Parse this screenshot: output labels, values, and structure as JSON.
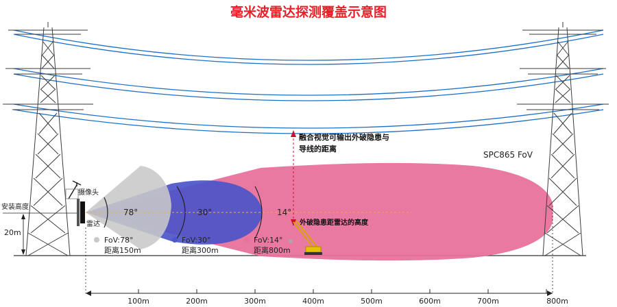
{
  "title": "毫米波雷达探测覆盖示意图",
  "colors": {
    "title": "#e8202a",
    "tower": "#3a3a3a",
    "wire": "#1c6fc9",
    "cone_wide": "#c8c8c8",
    "cone_mid": "#4c55c9",
    "cone_long": "#e8729c",
    "red_arrow": "#c8102e",
    "crane": "#e6c200"
  },
  "labels": {
    "install_height": "安装高度",
    "height_value": "20m",
    "camera": "摄像头",
    "radar": "雷达",
    "fusion_note_line1": "融合视觉可输出外破隐患与",
    "fusion_note_line2": "导线的距离",
    "hazard_height": "外破隐患距雷达的高度",
    "product_fov": "SPC865 FoV"
  },
  "cones": [
    {
      "angle_label": "78°",
      "fov": "FoV:78°",
      "range": "距离150m"
    },
    {
      "angle_label": "30°",
      "fov": "FoV:30°",
      "range": "距离300m"
    },
    {
      "angle_label": "14°",
      "fov": "FoV:14°",
      "range": "距离800m"
    }
  ],
  "axis": {
    "ticks": [
      "100m",
      "200m",
      "300m",
      "400m",
      "500m",
      "600m",
      "700m",
      "800m"
    ]
  }
}
